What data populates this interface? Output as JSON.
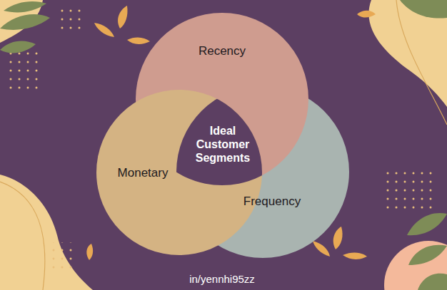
{
  "diagram": {
    "nodes": [
      {
        "text": [
          "Recency"
        ]
      },
      {
        "text": [
          "Monetary"
        ]
      },
      {
        "text": [
          "Frequency"
        ]
      },
      {
        "text": [
          "Ideal Customer Segments"
        ]
      }
    ],
    "labels": [
      "in/yennhi95zz"
    ]
  }
}
